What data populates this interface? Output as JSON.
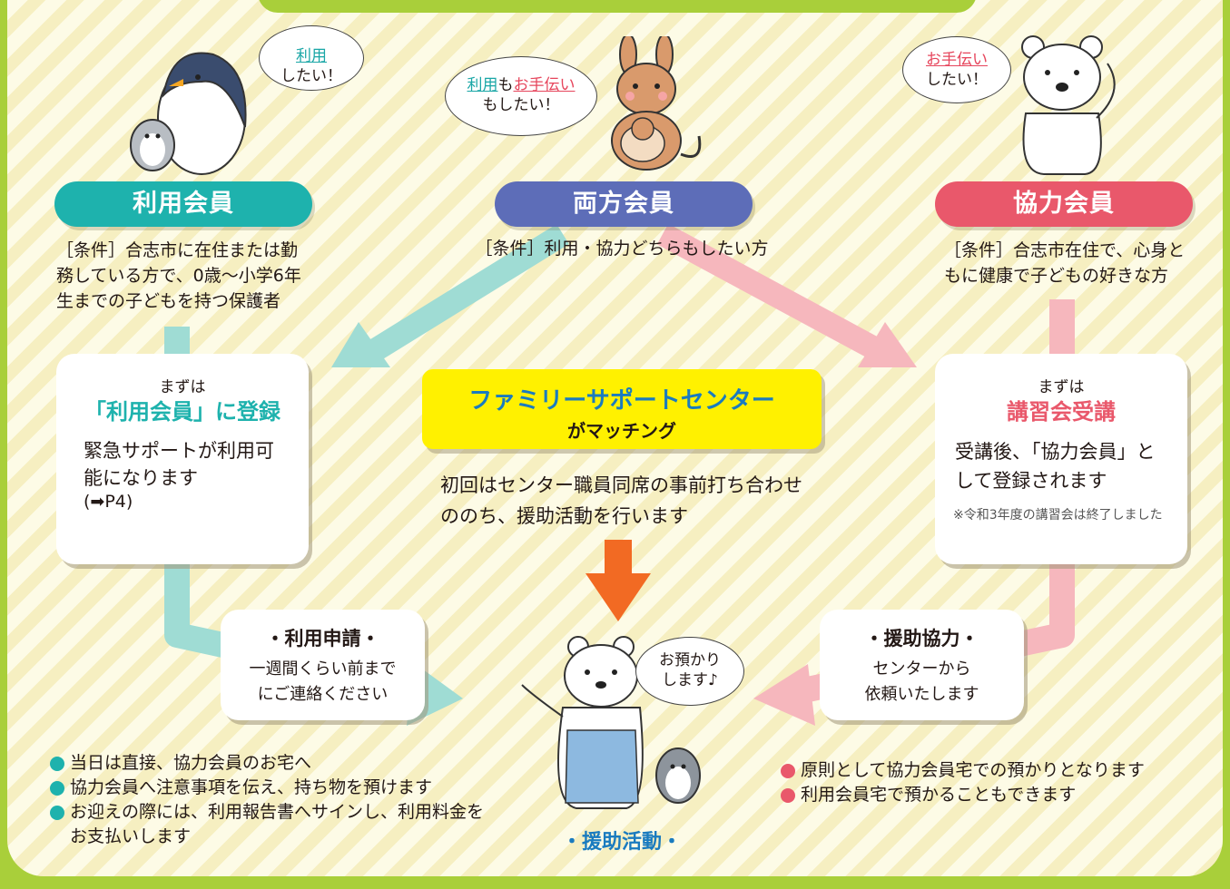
{
  "speech": {
    "penguin": {
      "em": "利用",
      "rest": "したい！"
    },
    "kangaroo": {
      "em1": "利用",
      "mid": "も",
      "em2": "お手伝い",
      "rest": "もしたい！"
    },
    "bear": {
      "em": "お手伝い",
      "rest": "したい！"
    },
    "center_bear": {
      "line1": "お預かり",
      "line2": "します♪"
    }
  },
  "members": {
    "user": {
      "label": "利用会員",
      "condition": "［条件］合志市に在住または勤務している方で、0歳〜小学6年生までの子どもを持つ保護者"
    },
    "both": {
      "label": "両方会員",
      "condition": "［条件］利用・協力どちらもしたい方"
    },
    "helper": {
      "label": "協力会員",
      "condition": "［条件］合志市在住で、心身ともに健康で子どもの好きな方"
    }
  },
  "left_card": {
    "lead": "まずは",
    "title": "「利用会員」に登録",
    "body": "緊急サポートが利用可能になります",
    "ref": "(➡P4)"
  },
  "right_card": {
    "lead": "まずは",
    "title": "講習会受講",
    "body": "受講後、「協力会員」として登録されます",
    "note": "※令和3年度の講習会は終了しました"
  },
  "center": {
    "title": "ファミリーサポートセンター",
    "subtitle": "がマッチング",
    "desc": "初回はセンター職員同席の事前打ち合わせののち、援助活動を行います"
  },
  "apply": {
    "title": "・利用申請・",
    "line1": "一週間くらい前まで",
    "line2": "にご連絡ください"
  },
  "assist": {
    "title": "・援助協力・",
    "line1": "センターから",
    "line2": "依頼いたします"
  },
  "activity": {
    "label": "・援助活動・"
  },
  "left_notes": [
    "当日は直接、協力会員のお宅へ",
    "協力会員へ注意事項を伝え、持ち物を預けます",
    "お迎えの際には、利用報告書へサインし、利用料金をお支払いします"
  ],
  "right_notes": [
    "原則として協力会員宅での預かりとなります",
    "利用会員宅で預かることもできます"
  ],
  "colors": {
    "teal": "#1eb2ad",
    "navy": "#5d6db8",
    "pink": "#e9586b",
    "orange": "#f26a23",
    "yellow": "#fff100",
    "frame": "#a9cf3a"
  },
  "icons": [
    "penguin-illustration",
    "kangaroo-illustration",
    "polar-bear-illustration",
    "bear-with-penguin-illustration",
    "down-arrow-icon"
  ]
}
